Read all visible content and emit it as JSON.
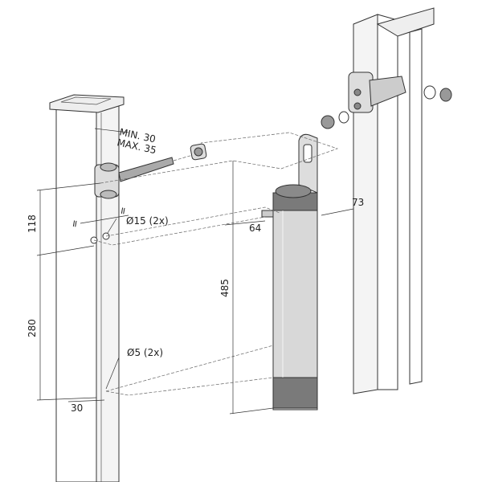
{
  "dimensions": {
    "min_label": "MIN. 30",
    "max_label": "MAX. 35",
    "height_118": "118",
    "height_280": "280",
    "hole_15": "Ø15 (2x)",
    "hole_5": "Ø5 (2x)",
    "post_width": "30",
    "closer_length": "485",
    "offset_64": "64",
    "offset_73": "73",
    "equal_mark": "="
  },
  "colors": {
    "closer_body": "#d8d8d8",
    "closer_cap": "#7a7a7a"
  }
}
